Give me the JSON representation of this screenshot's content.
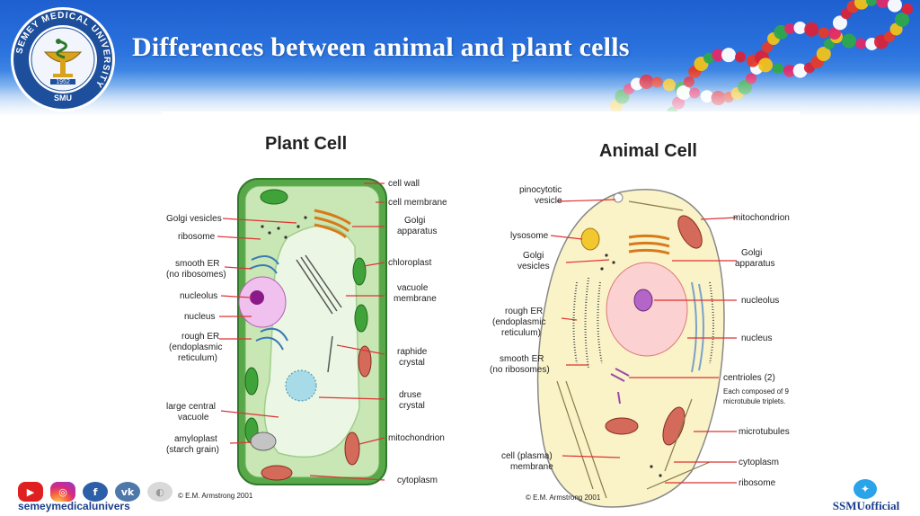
{
  "slide": {
    "title": "Differences between animal and plant cells"
  },
  "logo": {
    "ring_text": "SEMEY MEDICAL UNIVERSITY",
    "year": "1952",
    "abbr": "SMU"
  },
  "figure": {
    "plant": {
      "title": "Plant Cell",
      "credit": "© E.M. Armstrong 2001",
      "labels": {
        "cell_wall": "cell wall",
        "cell_membrane": "cell membrane",
        "golgi_vesicles": "Golgi vesicles",
        "ribosome": "ribosome",
        "golgi_apparatus_1": "Golgi",
        "golgi_apparatus_2": "apparatus",
        "smooth_er_1": "smooth ER",
        "smooth_er_2": "(no ribosomes)",
        "chloroplast": "chloroplast",
        "nucleolus": "nucleolus",
        "vacuole_membrane_1": "vacuole",
        "vacuole_membrane_2": "membrane",
        "nucleus": "nucleus",
        "rough_er_1": "rough ER",
        "rough_er_2": "(endoplasmic",
        "rough_er_3": "reticulum)",
        "raphide_1": "raphide",
        "raphide_2": "crystal",
        "druse_1": "druse",
        "druse_2": "crystal",
        "vacuole_1": "large central",
        "vacuole_2": "vacuole",
        "mitochondrion": "mitochondrion",
        "amyloplast_1": "amyloplast",
        "amyloplast_2": "(starch grain)",
        "cytoplasm": "cytoplasm"
      }
    },
    "animal": {
      "title": "Animal Cell",
      "credit": "© E.M. Armstrong 2001",
      "labels": {
        "pinocytotic_1": "pinocytotic",
        "pinocytotic_2": "vesicle",
        "mitochondrion": "mitochondrion",
        "lysosome": "lysosome",
        "golgi_vesicles_1": "Golgi",
        "golgi_vesicles_2": "vesicles",
        "golgi_apparatus_1": "Golgi",
        "golgi_apparatus_2": "apparatus",
        "nucleolus": "nucleolus",
        "rough_er_1": "rough ER",
        "rough_er_2": "(endoplasmic",
        "rough_er_3": "reticulum)",
        "nucleus": "nucleus",
        "smooth_er_1": "smooth ER",
        "smooth_er_2": "(no ribosomes)",
        "centrioles": "centrioles (2)",
        "centrioles_note_1": "Each composed of 9",
        "centrioles_note_2": "microtubule triplets.",
        "microtubules": "microtubules",
        "cell_membrane_1": "cell (plasma)",
        "cell_membrane_2": "membrane",
        "cytoplasm": "cytoplasm",
        "ribosome": "ribosome"
      }
    }
  },
  "footer": {
    "site": "semeymedicalunivers",
    "twitter": "SSMUofficial",
    "icons": [
      "youtube-icon",
      "instagram-icon",
      "facebook-icon",
      "vk-icon",
      "odnoklassniki-icon",
      "twitter-icon"
    ],
    "glyphs": {
      "youtube": "▶",
      "instagram": "◎",
      "facebook": "f",
      "vk": "vk",
      "ok": "◐",
      "twitter": "✦"
    }
  }
}
